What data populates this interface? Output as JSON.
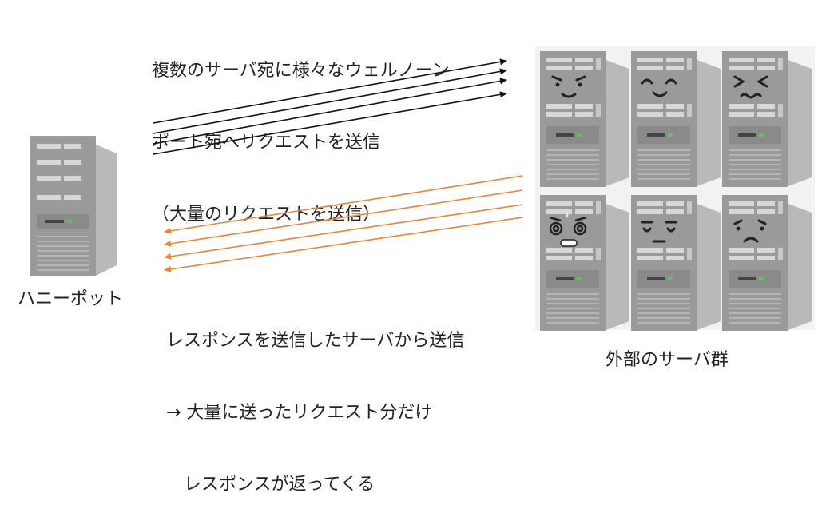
{
  "request_text": {
    "line1": "複数のサーバ宛に様々なウェルノーン",
    "line2": "ポート宛へリクエストを送信",
    "line3": "（大量のリクエストを送信）"
  },
  "response_text": {
    "line1": "レスポンスを送信したサーバから送信",
    "line2": "→ 大量に送ったリクエスト分だけ",
    "line3": "　レスポンスが返ってくる"
  },
  "honeypot_label": "ハニーポット",
  "servers_label": "外部のサーバ群",
  "colors": {
    "request_arrow": "#111111",
    "response_arrow": "#e8843c",
    "server_body": "#9a9a9a",
    "server_side": "#b9b9b9",
    "server_face": "#222222"
  },
  "faces": [
    "angry",
    "happy",
    "frustrated",
    "dizzy",
    "calm",
    "worried"
  ]
}
